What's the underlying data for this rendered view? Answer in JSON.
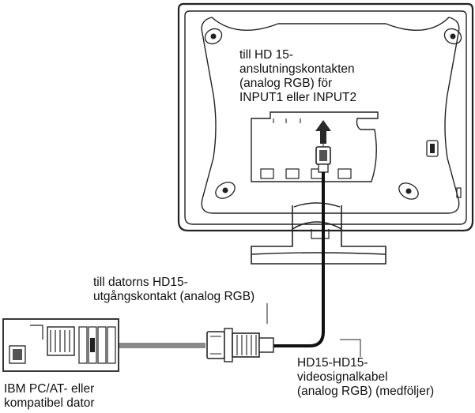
{
  "labels": {
    "monitor_connector": {
      "line1": "till HD 15-",
      "line2": "anslutningskontakten",
      "line3": "(analog RGB) för",
      "line4": "INPUT1 eller INPUT2"
    },
    "computer_output": {
      "line1": "till datorns HD15-",
      "line2": "utgångskontakt (analog RGB)"
    },
    "cable": {
      "line1": "HD15-HD15-",
      "line2": "videosignalkabel",
      "line3": "(analog RGB) (medföljer)"
    },
    "computer": {
      "line1": "IBM PC/AT- eller",
      "line2": "kompatibel dator"
    }
  },
  "colors": {
    "line": "#222222",
    "arrow_gray": "#8a8a8a",
    "panel_fill": "#ffffff"
  },
  "icons": [
    "monitor-illustration",
    "computer-illustration",
    "vga-plug-icon",
    "arrow-up-icon",
    "arrow-left-icon"
  ]
}
